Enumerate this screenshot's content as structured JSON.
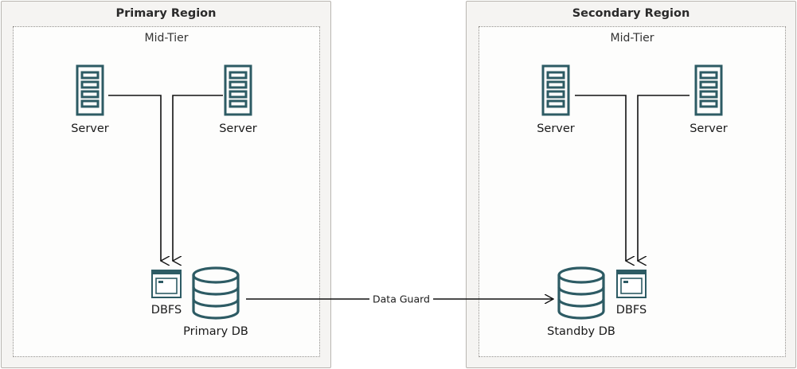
{
  "regions": [
    {
      "title": "Primary Region",
      "tier_label": "Mid-Tier",
      "servers": [
        {
          "label": "Server"
        },
        {
          "label": "Server"
        }
      ],
      "dbfs_label": "DBFS",
      "db_label": "Primary DB"
    },
    {
      "title": "Secondary Region",
      "tier_label": "Mid-Tier",
      "servers": [
        {
          "label": "Server"
        },
        {
          "label": "Server"
        }
      ],
      "dbfs_label": "DBFS",
      "db_label": "Standby DB"
    }
  ],
  "link": {
    "label": "Data Guard"
  },
  "colors": {
    "icon": "#2d5b64",
    "line": "#111111",
    "region_bg": "#f5f4f2",
    "region_border": "#b9b6b1",
    "tier_border": "#8f8c88"
  }
}
